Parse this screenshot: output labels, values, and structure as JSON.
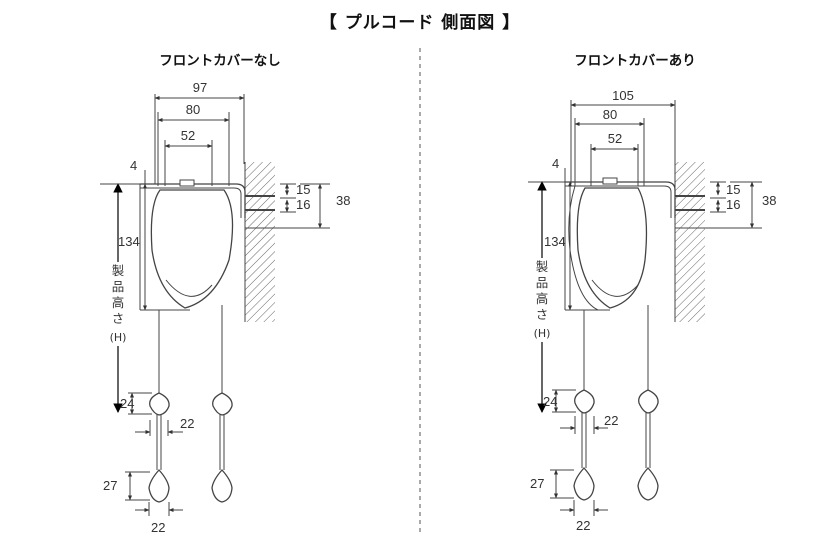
{
  "title": "【 プルコード 側面図 】",
  "panels": [
    {
      "title": "フロントカバーなし",
      "dims": {
        "width_total": "97",
        "width_mid": "80",
        "width_inner": "52",
        "bracket": "4",
        "screw_top": "15",
        "screw_bottom": "16",
        "wall_offset": "38",
        "body_height": "134",
        "grip_height": "24",
        "grip_width": "22",
        "knob_height": "27",
        "knob_width": "22"
      },
      "product_height_label": [
        "製",
        "品",
        "高",
        "さ",
        "(H)"
      ]
    },
    {
      "title": "フロントカバーあり",
      "dims": {
        "width_total": "105",
        "width_mid": "80",
        "width_inner": "52",
        "bracket": "4",
        "screw_top": "15",
        "screw_bottom": "16",
        "wall_offset": "38",
        "body_height": "134",
        "grip_height": "24",
        "grip_width": "22",
        "knob_height": "27",
        "knob_width": "22"
      },
      "product_height_label": [
        "製",
        "品",
        "高",
        "さ",
        "(H)"
      ]
    }
  ]
}
